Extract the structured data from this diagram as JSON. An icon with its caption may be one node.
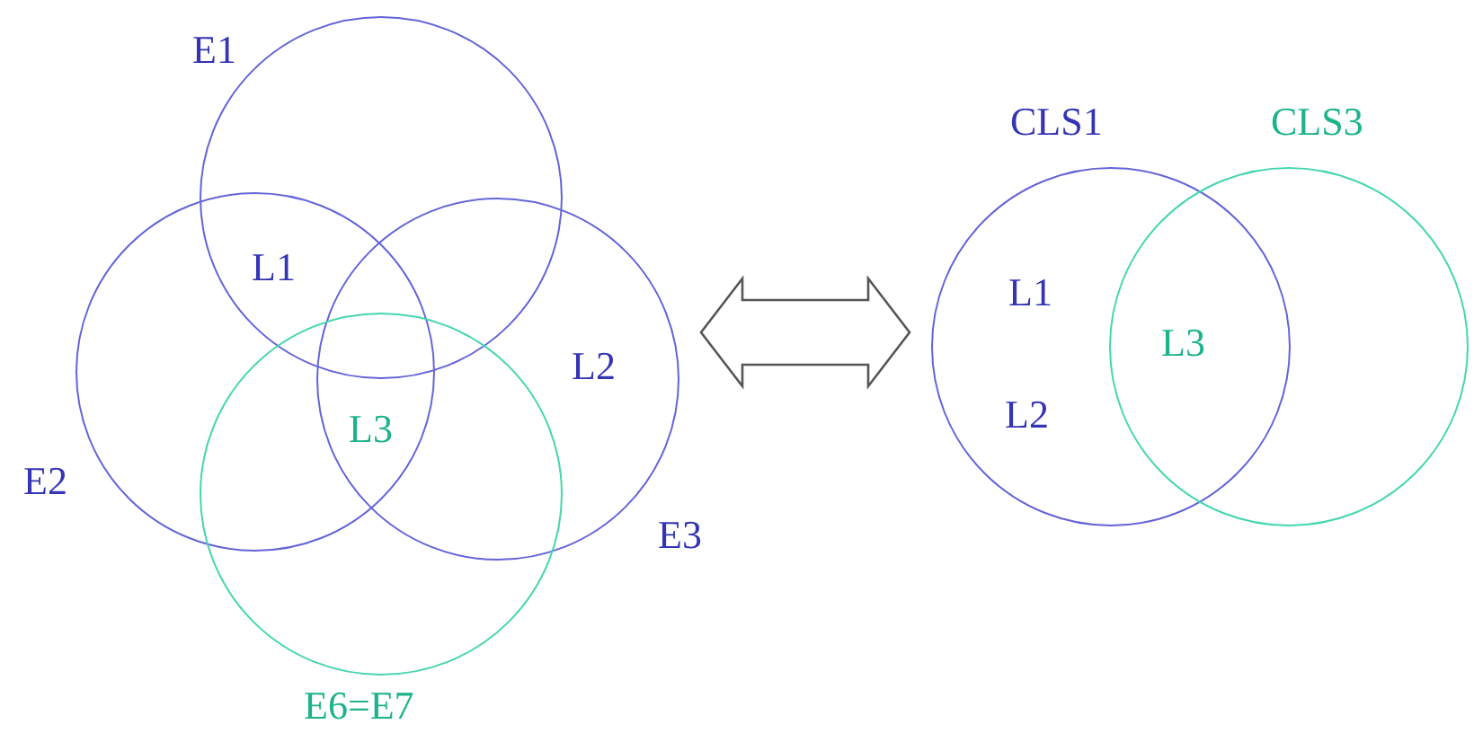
{
  "diagram": {
    "nodes": [
      {
        "text": [],
        "shape": "diagram"
      },
      {
        "text": [
          "E1"
        ],
        "in": 0
      },
      {
        "text": [
          "E2"
        ],
        "in": 0
      },
      {
        "text": [
          "E3"
        ],
        "in": 0
      },
      {
        "text": [
          "E6=E7"
        ],
        "in": 0
      },
      {
        "text": [],
        "shape": "diagram"
      },
      {
        "text": [
          "CLS1"
        ],
        "in": 5
      },
      {
        "text": [
          "CLS3"
        ],
        "in": 5
      }
    ],
    "edges": [
      {
        "from": 0,
        "to": 5,
        "arrow": "both"
      }
    ],
    "labels": [
      "L1",
      "L2",
      "L3",
      "L1",
      "L2",
      "L3"
    ]
  }
}
